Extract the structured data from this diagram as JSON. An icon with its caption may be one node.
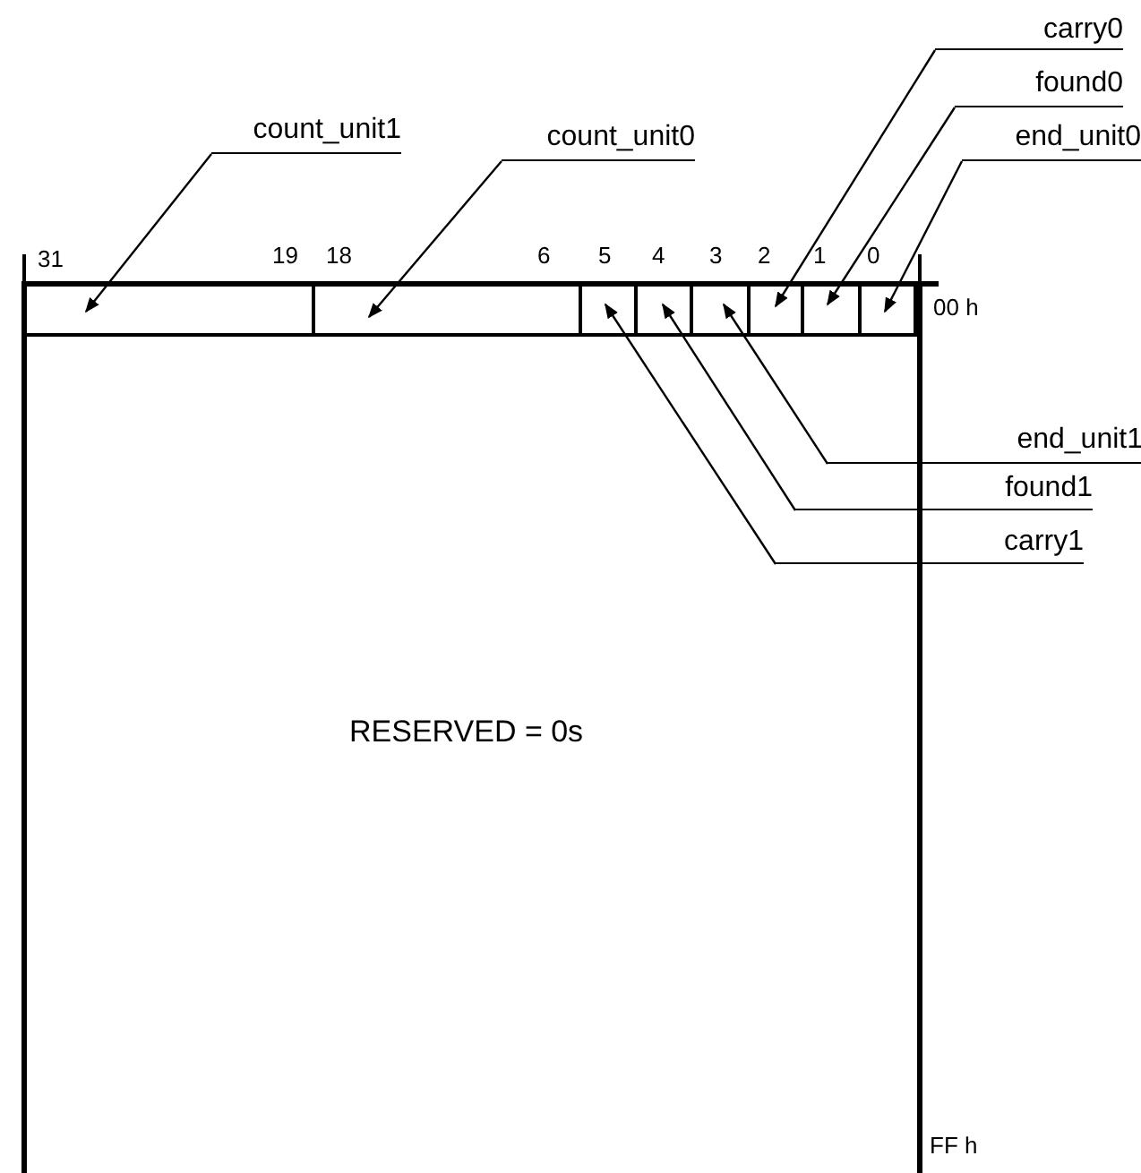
{
  "diagram": {
    "nodes": [
      {
        "text": [
          "carry0"
        ]
      },
      {
        "text": [
          "found0"
        ]
      },
      {
        "text": [
          "count_unit1"
        ]
      },
      {
        "text": [
          "count_unit0"
        ]
      },
      {
        "text": [
          "end_unit0"
        ]
      },
      {
        "text": [
          "RESERVED = 0s"
        ]
      },
      {
        "text": [],
        "shape": "box",
        "in": 5
      },
      {
        "text": [],
        "shape": "box",
        "in": 5
      },
      {
        "text": [],
        "shape": "box",
        "in": 5
      },
      {
        "text": [],
        "shape": "box",
        "in": 5
      },
      {
        "text": [],
        "shape": "box",
        "in": 5
      },
      {
        "text": [],
        "shape": "box",
        "in": 5
      },
      {
        "text": [],
        "shape": "box",
        "in": 5
      },
      {
        "text": [],
        "shape": "box",
        "in": 5
      },
      {
        "text": [
          "end_unit1"
        ]
      },
      {
        "text": [
          "found1"
        ]
      },
      {
        "text": [
          "carry1"
        ]
      }
    ],
    "edges": [
      {
        "from": 0,
        "to": 11,
        "arrow": "to"
      },
      {
        "from": 1,
        "to": 12,
        "arrow": "to"
      },
      {
        "from": 2,
        "to": 6,
        "arrow": "to"
      },
      {
        "from": 3,
        "to": 7,
        "arrow": "to"
      },
      {
        "from": 4,
        "to": 13,
        "arrow": "to"
      },
      {
        "from": 14,
        "to": 10,
        "arrow": "to"
      },
      {
        "from": 15,
        "to": 9,
        "arrow": "to"
      },
      {
        "from": 16,
        "to": 8,
        "arrow": "to"
      }
    ],
    "labels": [
      "31",
      "19",
      "18",
      "6",
      "5",
      "4",
      "3",
      "2",
      "1",
      "0",
      "00 h",
      "FF h"
    ]
  }
}
